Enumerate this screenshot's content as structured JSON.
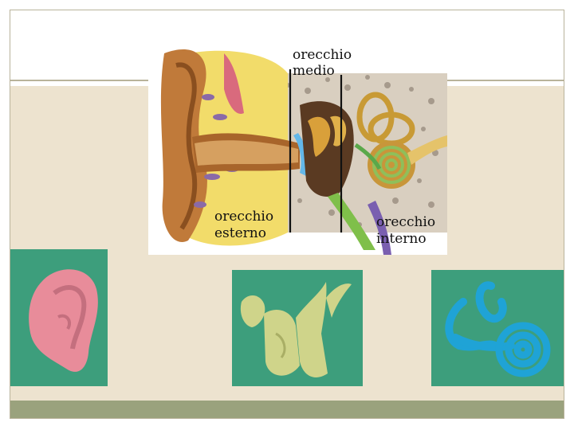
{
  "diagram": {
    "labels": {
      "middle_ear_line1": "orecchio",
      "middle_ear_line2": "medio",
      "outer_ear_line1": "orecchio",
      "outer_ear_line2": "esterno",
      "inner_ear_line1": "orecchio",
      "inner_ear_line2": "interno"
    }
  },
  "colors": {
    "panel": "#ede3cf",
    "footer": "#9aa27d",
    "photo_background": "#3d9e7c",
    "pinna_model": "#e88c9a",
    "ossicles_model": "#cfd48a",
    "cochlea_model": "#1fa3d6"
  }
}
